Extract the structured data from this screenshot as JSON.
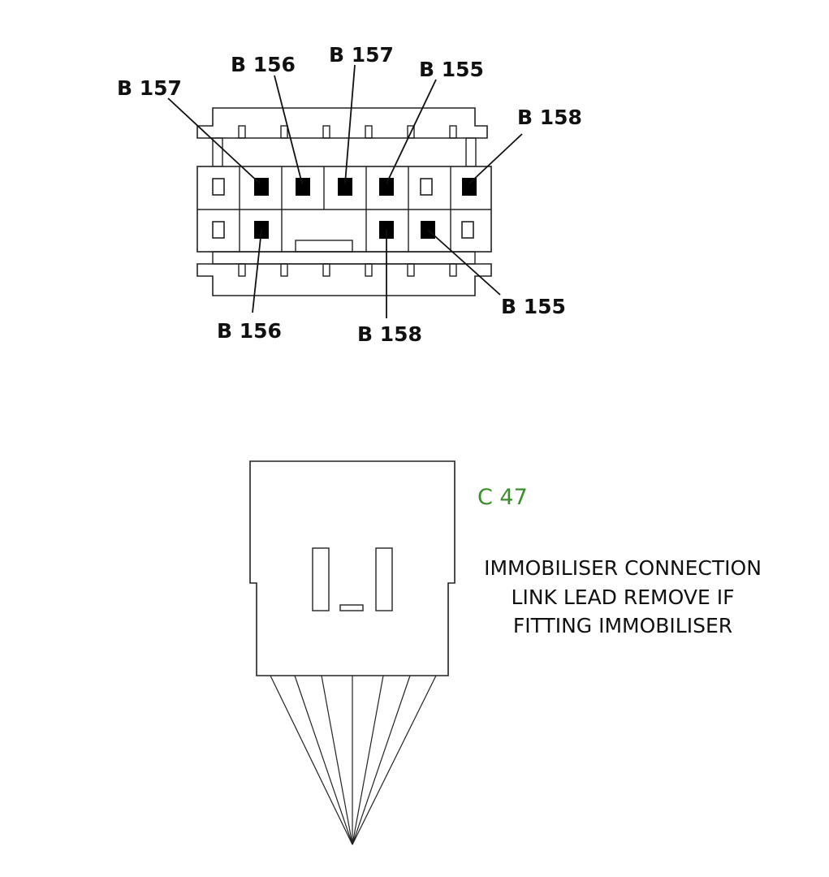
{
  "colors": {
    "line": "#222222",
    "text": "#111111",
    "pin_filled": "#000000",
    "accent_green": "#3a8f2a"
  },
  "upper_connector": {
    "labels": {
      "top_left_b157": "B 157",
      "top_b156": "B 156",
      "top_b157": "B 157",
      "top_b155": "B 155",
      "right_b158": "B 158",
      "right_b155": "B 155",
      "bottom_b156": "B 156",
      "bottom_b158": "B 158"
    },
    "top_row_pins": [
      "empty",
      "filled",
      "filled",
      "filled",
      "filled",
      "empty",
      "filled"
    ],
    "bottom_row_pins": [
      "empty",
      "filled",
      "none",
      "none",
      "filled",
      "filled",
      "empty"
    ]
  },
  "lower_connector": {
    "ref": "C 47",
    "note_lines": [
      "IMMOBILISER CONNECTION",
      "LINK LEAD REMOVE IF",
      "FITTING IMMOBILISER"
    ]
  }
}
